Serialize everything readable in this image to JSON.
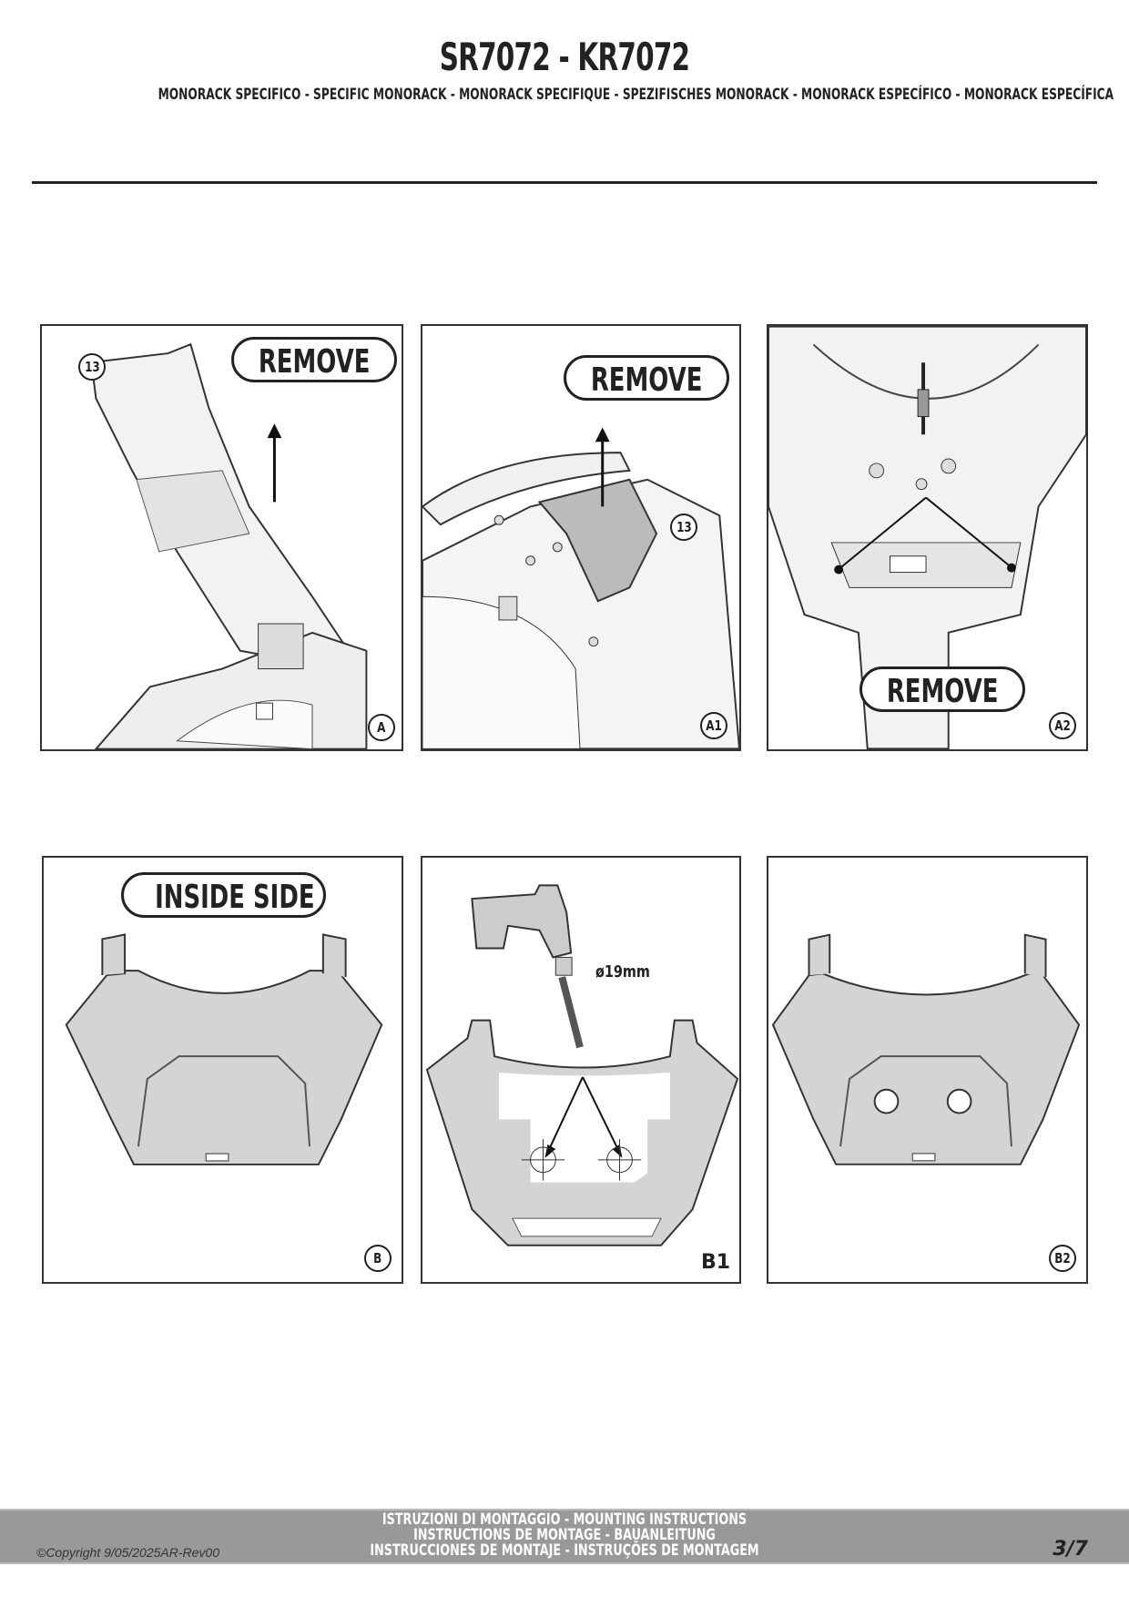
{
  "header": {
    "title": "SR7072 - KR7072",
    "subtitle": "MONORACK SPECIFICO - SPECIFIC MONORACK - MONORACK SPECIFIQUE - SPEZIFISCHES MONORACK - MONORACK ESPECÍFICO - MONORACK ESPECÍFICA"
  },
  "panels": [
    {
      "label": "A",
      "callout": "REMOVE",
      "part": "13"
    },
    {
      "label": "A1",
      "callout": "REMOVE",
      "part": "13"
    },
    {
      "label": "A2",
      "callout": "REMOVE"
    },
    {
      "label": "B",
      "callout": "INSIDE SIDE"
    },
    {
      "label": "B1",
      "drill_size": "ø19mm"
    },
    {
      "label": "B2"
    }
  ],
  "footer": {
    "line1": "ISTRUZIONI DI MONTAGGIO  -  MOUNTING INSTRUCTIONS",
    "line2": "INSTRUCTIONS DE MONTAGE - BAUANLEITUNG",
    "line3": "INSTRUCCIONES DE MONTAJE - INSTRUÇÕES DE MONTAGEM",
    "copyright": "©Copyright 9/05/2025AR-Rev00",
    "page": "3/7"
  }
}
